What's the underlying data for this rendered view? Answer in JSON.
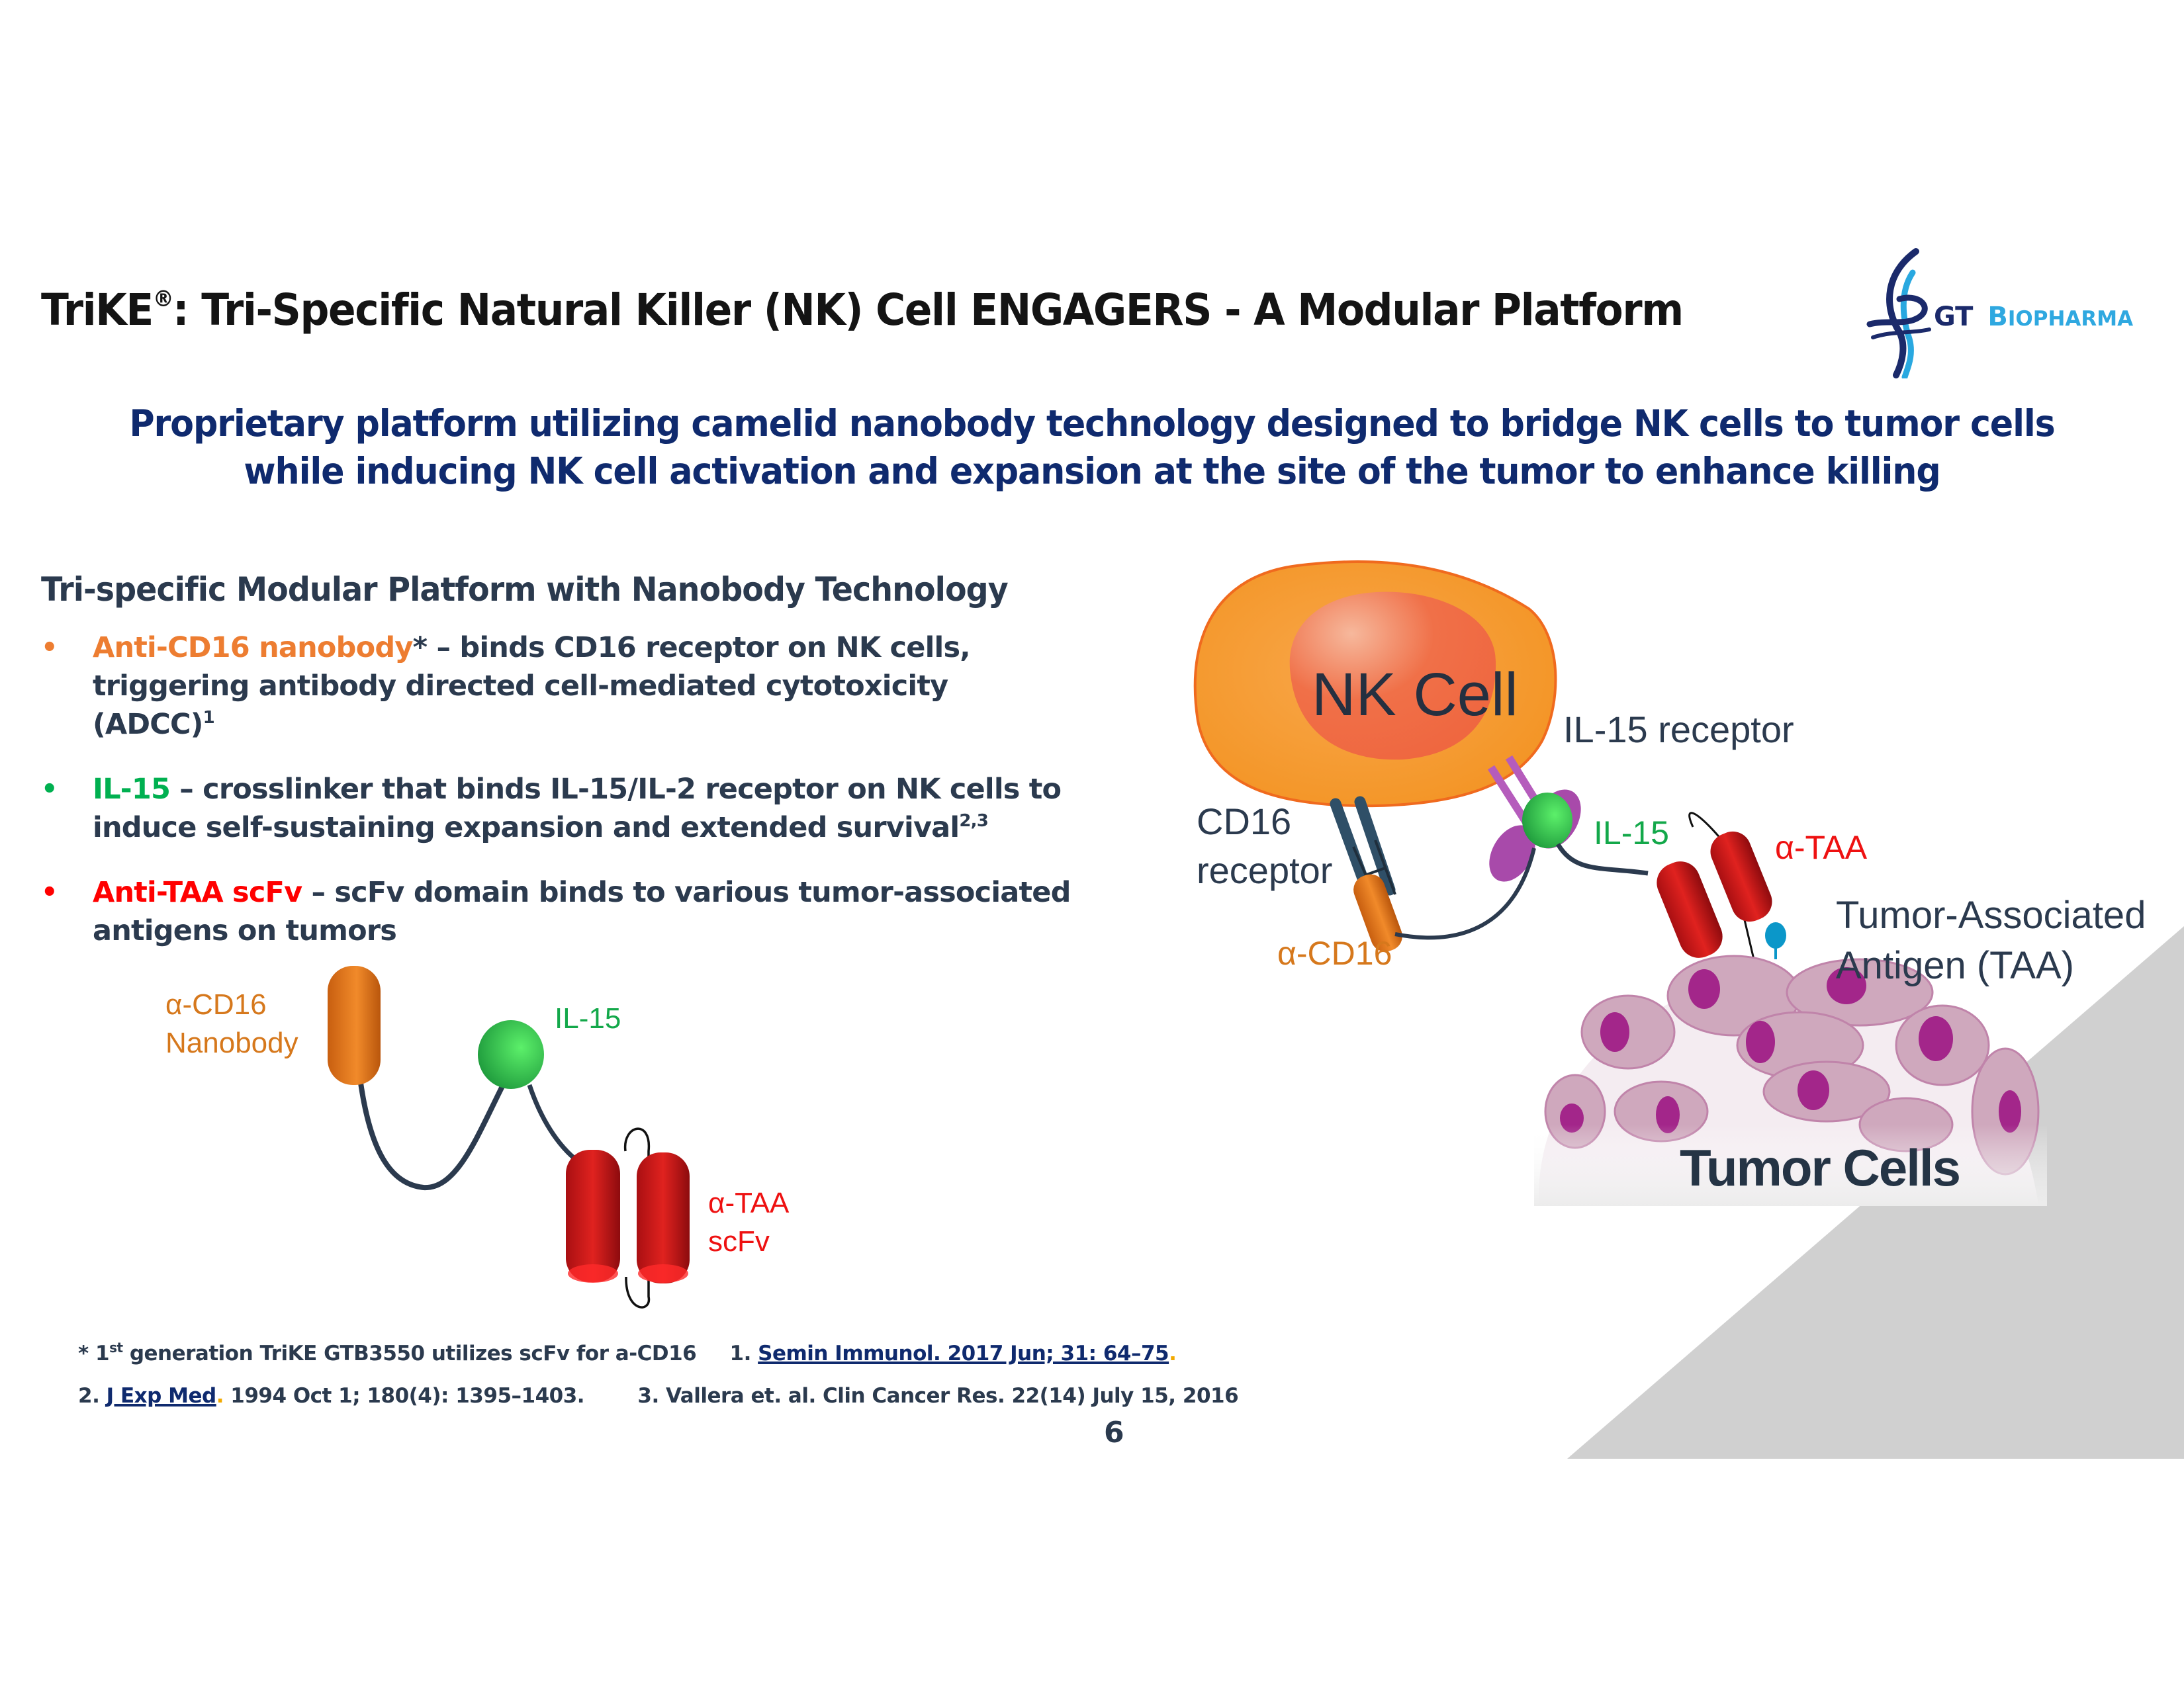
{
  "header": {
    "title_main": "TriKE",
    "title_reg": "®",
    "title_rest": ": Tri-Specific Natural Killer (NK) Cell ENGAGERS - A Modular Platform",
    "logo": {
      "gt": "GT",
      "bio_initial": "B",
      "bio_rest": "IOPHARMA",
      "icon": "dna-helix-icon"
    }
  },
  "subtitle": {
    "line1": "Proprietary platform utilizing camelid nanobody technology designed to bridge NK cells to tumor cells",
    "line2": "while inducing NK cell activation and expansion at the site of the tumor to enhance killing"
  },
  "left": {
    "heading": "Tri-specific Modular Platform with Nanobody Technology",
    "bullets": [
      {
        "marker": "•",
        "highlight": "Anti-CD16 nanobody",
        "highlight_color": "#ed7d31",
        "after_highlight": "*",
        "text": " – binds CD16 receptor on NK cells, triggering antibody directed cell-mediated cytotoxicity (ADCC)",
        "sup": "1",
        "marker_color": "#ed7d31"
      },
      {
        "marker": "•",
        "highlight": "IL-15",
        "highlight_color": "#00b050",
        "after_highlight": "",
        "text": " – crosslinker that binds IL-15/IL-2 receptor on NK cells to induce self-sustaining expansion and extended survival",
        "sup": "2,3",
        "marker_color": "#00b050"
      },
      {
        "marker": "•",
        "highlight": "Anti-TAA scFv",
        "highlight_color": "#ff0000",
        "after_highlight": "",
        "text": " – scFv domain binds to various tumor-associated antigens on tumors",
        "sup": "",
        "marker_color": "#ff0000"
      }
    ],
    "diagram": {
      "cd16_label_line1": "α-CD16",
      "cd16_label_line2": "Nanobody",
      "il15_label": "IL-15",
      "taa_label_line1": "α-TAA",
      "taa_label_line2": "scFv",
      "colors": {
        "cd16": "#e07b1f",
        "il15": "#22b04b",
        "taa": "#d7191c",
        "linker": "#2b3a4e"
      }
    }
  },
  "right_diagram": {
    "nk_cell_label": "NK Cell",
    "il15_receptor_label": "IL-15 receptor",
    "cd16_receptor_line1": "CD16",
    "cd16_receptor_line2": "receptor",
    "il15_label": "IL-15",
    "alpha_taa_label": "α-TAA",
    "alpha_cd16_label": "α-CD16",
    "taa_label_line1": "Tumor-Associated",
    "taa_label_line2": "Antigen (TAA)",
    "tumor_label": "Tumor Cells",
    "colors": {
      "nk_outer": "#f59a2f",
      "nk_nucleus": "#ef6b43",
      "receptor": "#a44aa8",
      "antigen": "#0b97c9",
      "tumor_cell": "#cfa8bd",
      "tumor_nucleus": "#a3268a"
    }
  },
  "footnotes": {
    "note_star": "* 1",
    "note_star_sup": "st",
    "note_star_rest": " generation TriKE GTB3550 utilizes scFv for a-CD16",
    "ref1_num": "1. ",
    "ref1_link": "Semin Immunol. 2017 Jun; 31: 64–75",
    "ref1_end": ".",
    "ref2_num": "2. ",
    "ref2_link": "J Exp Med",
    "ref2_end": ".",
    "ref2_rest": " 1994 Oct 1; 180(4): 1395–1403.",
    "ref3": "3. Vallera et. al. Clin Cancer Res. 22(14) July 15, 2016"
  },
  "page_number": "6"
}
